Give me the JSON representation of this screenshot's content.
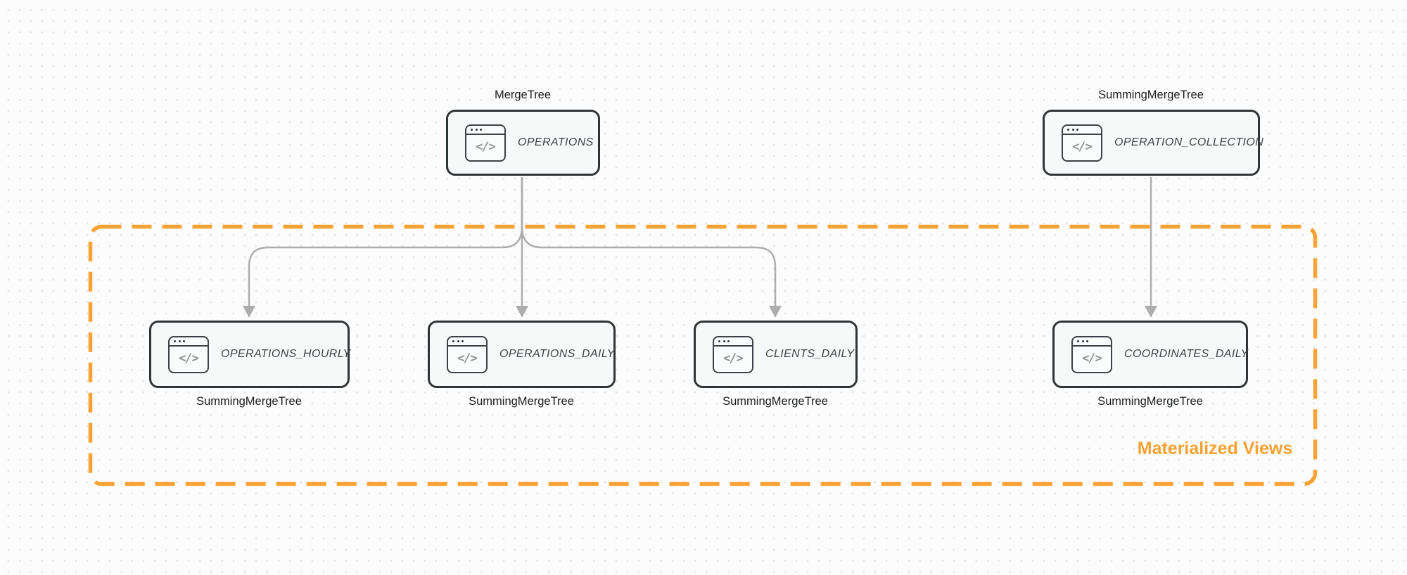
{
  "diagram": {
    "group": {
      "label": "Materialized Views"
    },
    "icon": {
      "name": "code-window-icon",
      "glyph": "</>"
    },
    "nodes": [
      {
        "title": "OPERATIONS",
        "engine": "MergeTree"
      },
      {
        "title": "OPERATION_COLLECTION",
        "engine": "SummingMergeTree"
      },
      {
        "title": "OPERATIONS_HOURLY",
        "engine": "SummingMergeTree"
      },
      {
        "title": "OPERATIONS_DAILY",
        "engine": "SummingMergeTree"
      },
      {
        "title": "CLIENTS_DAILY",
        "engine": "SummingMergeTree"
      },
      {
        "title": "COORDINATES_DAILY",
        "engine": "SummingMergeTree"
      }
    ],
    "edges": [
      {
        "from": "OPERATIONS",
        "to": "OPERATIONS_HOURLY"
      },
      {
        "from": "OPERATIONS",
        "to": "OPERATIONS_DAILY"
      },
      {
        "from": "OPERATIONS",
        "to": "CLIENTS_DAILY"
      },
      {
        "from": "OPERATION_COLLECTION",
        "to": "COORDINATES_DAILY"
      }
    ],
    "colors": {
      "group_accent": "#F7A233",
      "edge": "#ADADAD",
      "node_border": "#2F3437",
      "node_bg": "#F7F8F8",
      "node_text": "#3F4448",
      "label_text": "#1B1D1F",
      "canvas_bg": "#FCFCFC",
      "dot_grid": "#E5E6E7"
    }
  }
}
